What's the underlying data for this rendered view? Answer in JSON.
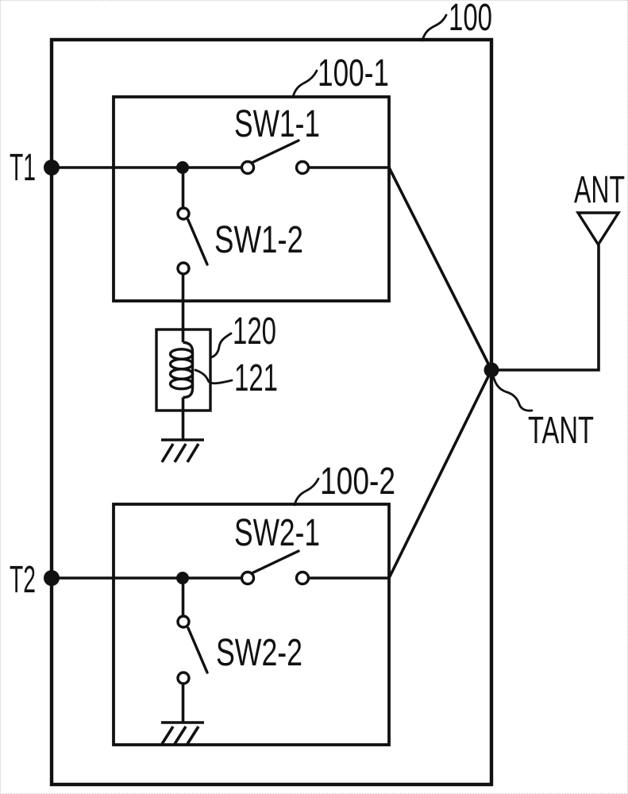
{
  "figure": {
    "kind": "rf-switch-module-circuit-diagram",
    "background_color": "#ffffff",
    "line_color": "#111111"
  },
  "labels": {
    "module": "100",
    "switch_block_1": "100-1",
    "switch_block_2": "100-2",
    "sw1_1": "SW1-1",
    "sw1_2": "SW1-2",
    "sw2_1": "SW2-1",
    "sw2_2": "SW2-2",
    "terminal_1": "T1",
    "terminal_2": "T2",
    "inductor_block": "120",
    "inductor_coil": "121",
    "antenna": "ANT",
    "antenna_terminal": "TANT"
  }
}
